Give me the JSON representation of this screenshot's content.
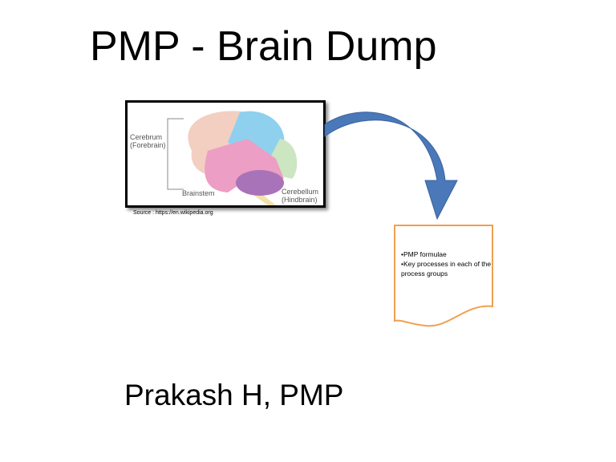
{
  "slide": {
    "title": "PMP - Brain Dump",
    "image": {
      "labels": {
        "cerebrum": "Cerebrum",
        "forebrain": "(Forebrain)",
        "brainstem": "Brainstem",
        "cerebellum": "Cerebellum",
        "hindbrain": "(Hindbrain)"
      },
      "source": "Source : https://en.wikipedia.org"
    },
    "doc_items": [
      "•PMP formulae",
      "•Key processes in each of the process groups"
    ],
    "author": "Prakash H, PMP",
    "colors": {
      "arrow": "#4a78b8",
      "doc_border": "#f0a050"
    }
  }
}
